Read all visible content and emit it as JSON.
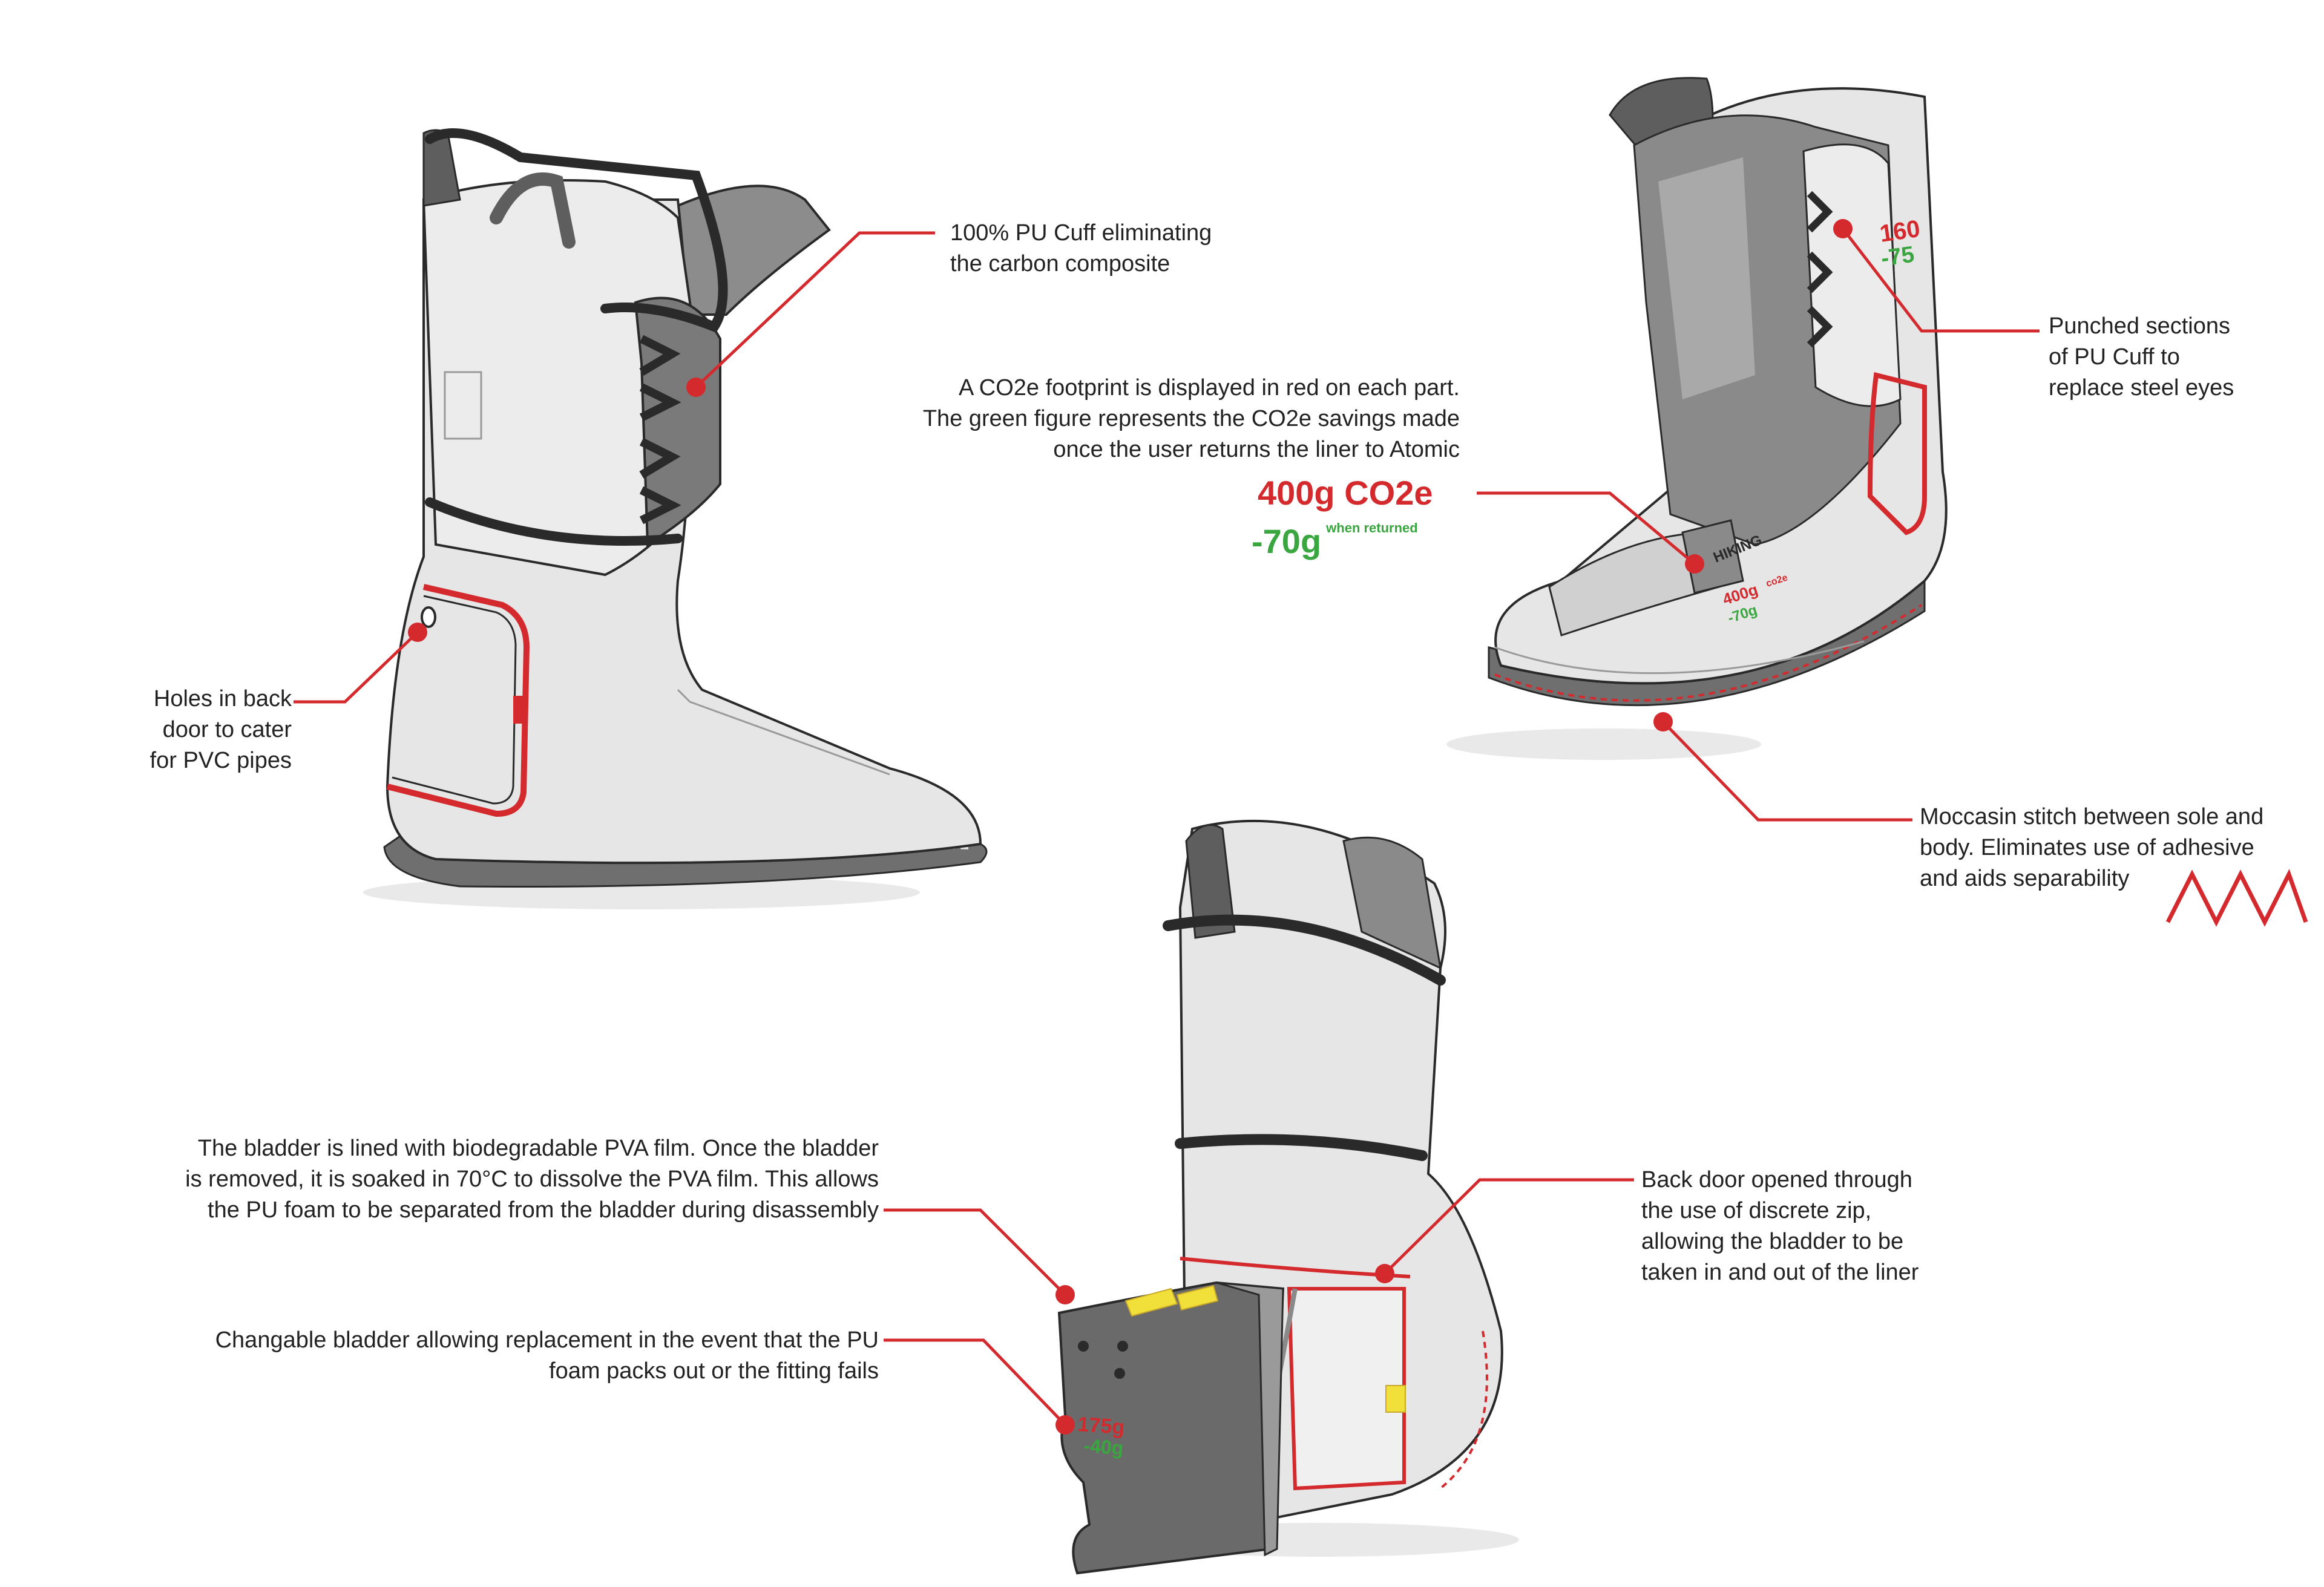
{
  "colors": {
    "accent_red": "#d42a2e",
    "saving_green": "#3aa640",
    "liner_body": "#e6e6e6",
    "shadow_grey": "#5e5e5e",
    "outline": "#2a2a2a",
    "zip_yellow": "#f1df3a"
  },
  "annotations": {
    "cuff": [
      "100% PU Cuff eliminating",
      "the carbon composite"
    ],
    "co2_note": [
      "A CO2e footprint is displayed in red on each part.",
      "The green figure represents the CO2e savings made",
      "once the user returns the liner to Atomic"
    ],
    "co2_value": "400g CO2e",
    "saving_value": "-70g",
    "saving_suffix": "when returned",
    "holes": [
      "Holes in back",
      "door to cater",
      "for PVC pipes"
    ],
    "punched": [
      "Punched sections",
      "of PU Cuff to",
      "replace steel eyes"
    ],
    "moccasin": [
      "Moccasin stitch between sole and",
      "body. Eliminates use of adhesive",
      "and aids separability"
    ],
    "bladder_pva": [
      "The bladder is lined with biodegradable PVA film. Once the bladder",
      "is removed, it is soaked in 70°C to dissolve the PVA film. This allows",
      "the PU foam to be separated from the bladder during disassembly"
    ],
    "changeable": [
      "Changable bladder allowing replacement in the event that the PU",
      "foam packs out or the fitting fails"
    ],
    "back_door": [
      "Back door opened through",
      "the use of discrete zip,",
      "allowing the bladder to be",
      "taken in and out of the liner"
    ]
  },
  "stamps": {
    "cuff_red": "160",
    "cuff_green": "-75",
    "toe_red": "400g",
    "toe_unit": "co2e",
    "toe_green": "-70g",
    "bladder_red": "175g",
    "bladder_green": "-40g",
    "brand": "HIKING"
  },
  "icons": {
    "stitch": "zigzag-stitch-icon"
  }
}
